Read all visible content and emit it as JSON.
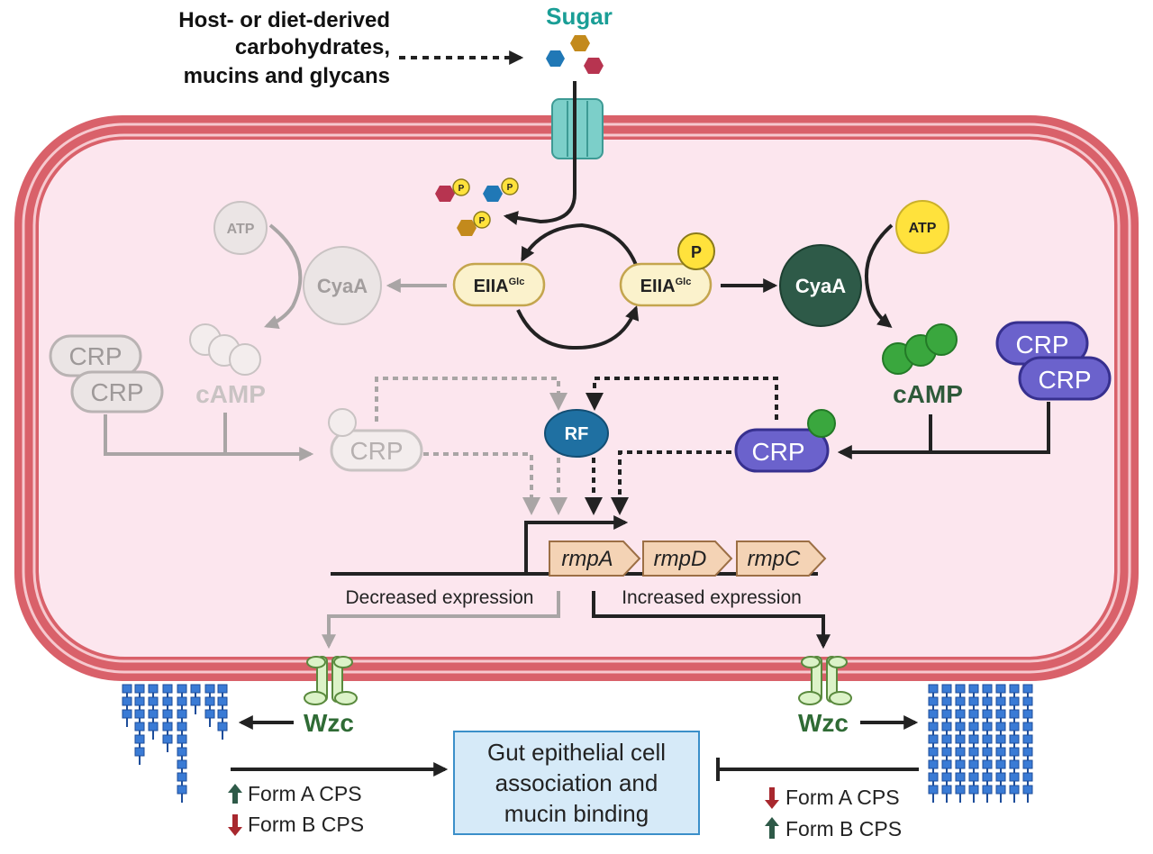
{
  "source": {
    "line1": "Host- or diet-derived",
    "line2": "carbohydrates,",
    "line3": "mucins and glycans"
  },
  "sugar_label": "Sugar",
  "left": {
    "atp": "ATP",
    "cyaa": "CyaA",
    "crp1": "CRP",
    "crp2": "CRP",
    "camp": "cAMP",
    "crp_complex": "CRP"
  },
  "center": {
    "eiia_base": "EIIA",
    "eiia_sup": "Glc",
    "eiiap_base": "EIIA",
    "eiiap_sup": "Glc",
    "phos": "P",
    "rf": "RF"
  },
  "right": {
    "atp": "ATP",
    "cyaa": "CyaA",
    "crp1": "CRP",
    "crp2": "CRP",
    "camp": "cAMP",
    "crp_complex": "CRP"
  },
  "genes": [
    "rmpA",
    "rmpD",
    "rmpC"
  ],
  "expression": {
    "decreased": "Decreased expression",
    "increased": "Increased expression"
  },
  "wzc_left": "Wzc",
  "wzc_right": "Wzc",
  "outcome": {
    "line1": "Gut epithelial cell",
    "line2": "association and",
    "line3": "mucin binding"
  },
  "left_cps": {
    "a": "Form A CPS",
    "b": "Form B CPS"
  },
  "right_cps": {
    "a": "Form A CPS",
    "b": "Form B CPS"
  },
  "colors": {
    "membrane": "#d9616a",
    "cytoplasm": "#fce6ee",
    "cyaa_dark": "#2e5a48",
    "crp_blue": "#6b62cc",
    "camp_green": "#3aa73e",
    "rf_blue": "#1f70a2",
    "wzc_green": "#2f6b35",
    "sugar_teal": "#1a9e96",
    "outcome_box": "#d6eaf8",
    "gene_fill": "#f4d3b5"
  }
}
